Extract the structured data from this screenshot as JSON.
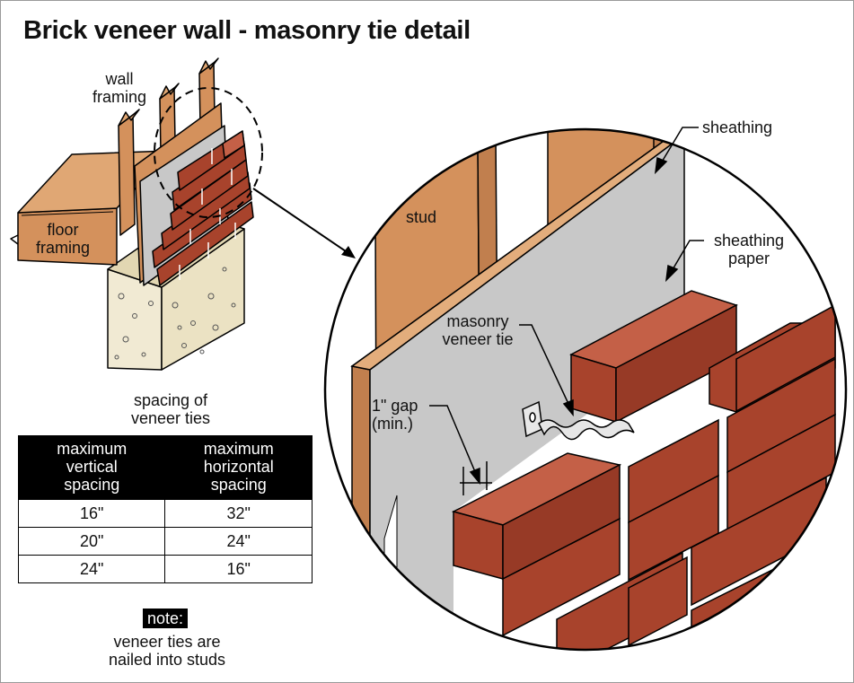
{
  "title": "Brick veneer wall - masonry tie detail",
  "labels": {
    "wall_framing": [
      "wall",
      "framing"
    ],
    "floor_framing": [
      "floor",
      "framing"
    ],
    "sheathing": "sheathing",
    "stud": "stud",
    "sheathing_paper": [
      "sheathing",
      "paper"
    ],
    "masonry_veneer_tie": [
      "masonry",
      "veneer tie"
    ],
    "gap": [
      "1\" gap",
      "(min.)"
    ],
    "spacing_caption": [
      "spacing of",
      "veneer ties"
    ]
  },
  "table": {
    "headers": [
      [
        "maximum",
        "vertical",
        "spacing"
      ],
      [
        "maximum",
        "horizontal",
        "spacing"
      ]
    ],
    "rows": [
      [
        "16\"",
        "32\""
      ],
      [
        "20\"",
        "24\""
      ],
      [
        "24\"",
        "16\""
      ]
    ]
  },
  "note": {
    "tag": "note:",
    "text": [
      "veneer ties are",
      "nailed into studs"
    ]
  },
  "colors": {
    "wood": "#d4915c",
    "brick": "#a8432c",
    "brick_top": "#c46047",
    "sheathing_paper": "#c8c8c8",
    "concrete": "#f1ead3",
    "outline": "#000000"
  }
}
